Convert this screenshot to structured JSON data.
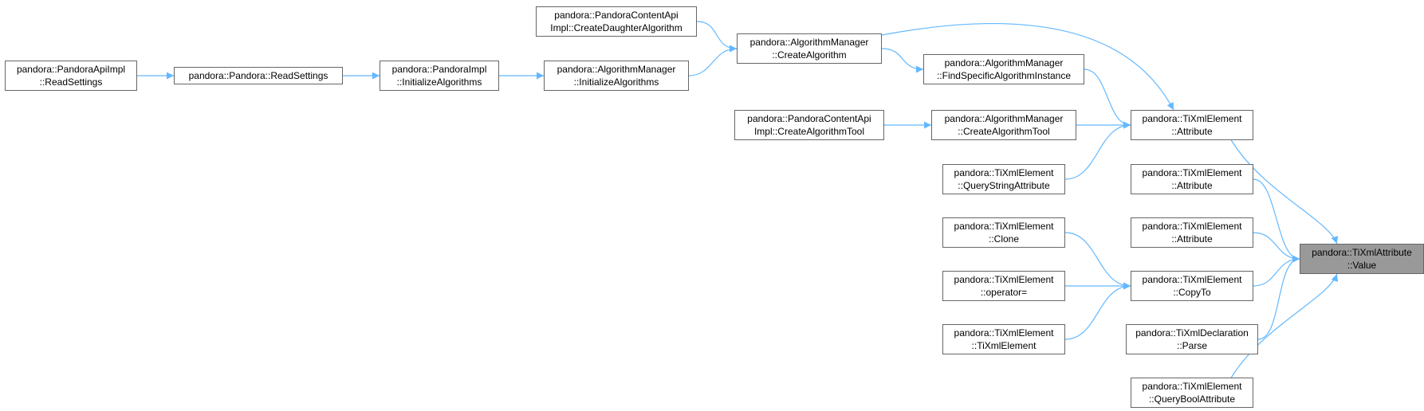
{
  "diagram": {
    "type": "doxygen-caller-graph",
    "colors": {
      "edge": "#63b8ff",
      "node_border": "#666666",
      "focus_fill": "#999999",
      "node_fill": "#ffffff"
    },
    "nodes": [
      {
        "id": "n_readsettings_api",
        "lines": [
          "pandora::PandoraApiImpl",
          "::ReadSettings"
        ]
      },
      {
        "id": "n_readsettings",
        "lines": [
          "pandora::Pandora::ReadSettings"
        ]
      },
      {
        "id": "n_initalgs_impl",
        "lines": [
          "pandora::PandoraImpl",
          "::InitializeAlgorithms"
        ]
      },
      {
        "id": "n_initalgs_mgr",
        "lines": [
          "pandora::AlgorithmManager",
          "::InitializeAlgorithms"
        ]
      },
      {
        "id": "n_createdaughter",
        "lines": [
          "pandora::PandoraContentApi",
          "Impl::CreateDaughterAlgorithm"
        ]
      },
      {
        "id": "n_createalg",
        "lines": [
          "pandora::AlgorithmManager",
          "::CreateAlgorithm"
        ]
      },
      {
        "id": "n_findspecific",
        "lines": [
          "pandora::AlgorithmManager",
          "::FindSpecificAlgorithmInstance"
        ]
      },
      {
        "id": "n_createtool_api",
        "lines": [
          "pandora::PandoraContentApi",
          "Impl::CreateAlgorithmTool"
        ]
      },
      {
        "id": "n_createtool_mgr",
        "lines": [
          "pandora::AlgorithmManager",
          "::CreateAlgorithmTool"
        ]
      },
      {
        "id": "n_querystring",
        "lines": [
          "pandora::TiXmlElement",
          "::QueryStringAttribute"
        ]
      },
      {
        "id": "n_attr1",
        "lines": [
          "pandora::TiXmlElement",
          "::Attribute"
        ]
      },
      {
        "id": "n_attr2",
        "lines": [
          "pandora::TiXmlElement",
          "::Attribute"
        ]
      },
      {
        "id": "n_attr3",
        "lines": [
          "pandora::TiXmlElement",
          "::Attribute"
        ]
      },
      {
        "id": "n_clone",
        "lines": [
          "pandora::TiXmlElement",
          "::Clone"
        ]
      },
      {
        "id": "n_operator",
        "lines": [
          "pandora::TiXmlElement",
          "::operator="
        ]
      },
      {
        "id": "n_ctor",
        "lines": [
          "pandora::TiXmlElement",
          "::TiXmlElement"
        ]
      },
      {
        "id": "n_copyto",
        "lines": [
          "pandora::TiXmlElement",
          "::CopyTo"
        ]
      },
      {
        "id": "n_parse",
        "lines": [
          "pandora::TiXmlDeclaration",
          "::Parse"
        ]
      },
      {
        "id": "n_querybool",
        "lines": [
          "pandora::TiXmlElement",
          "::QueryBoolAttribute"
        ]
      },
      {
        "id": "n_value",
        "lines": [
          "pandora::TiXmlAttribute",
          "::Value"
        ],
        "focus": true
      }
    ],
    "edges": [
      [
        "n_readsettings_api",
        "n_readsettings"
      ],
      [
        "n_readsettings",
        "n_initalgs_impl"
      ],
      [
        "n_initalgs_impl",
        "n_initalgs_mgr"
      ],
      [
        "n_initalgs_mgr",
        "n_createalg"
      ],
      [
        "n_createdaughter",
        "n_createalg"
      ],
      [
        "n_createalg",
        "n_findspecific"
      ],
      [
        "n_createalg",
        "n_attr1"
      ],
      [
        "n_findspecific",
        "n_attr1"
      ],
      [
        "n_createtool_api",
        "n_createtool_mgr"
      ],
      [
        "n_createtool_mgr",
        "n_attr1"
      ],
      [
        "n_querystring",
        "n_attr1"
      ],
      [
        "n_attr1",
        "n_value"
      ],
      [
        "n_attr2",
        "n_value"
      ],
      [
        "n_attr3",
        "n_value"
      ],
      [
        "n_clone",
        "n_copyto"
      ],
      [
        "n_operator",
        "n_copyto"
      ],
      [
        "n_ctor",
        "n_copyto"
      ],
      [
        "n_copyto",
        "n_value"
      ],
      [
        "n_parse",
        "n_value"
      ],
      [
        "n_querybool",
        "n_value"
      ]
    ]
  }
}
